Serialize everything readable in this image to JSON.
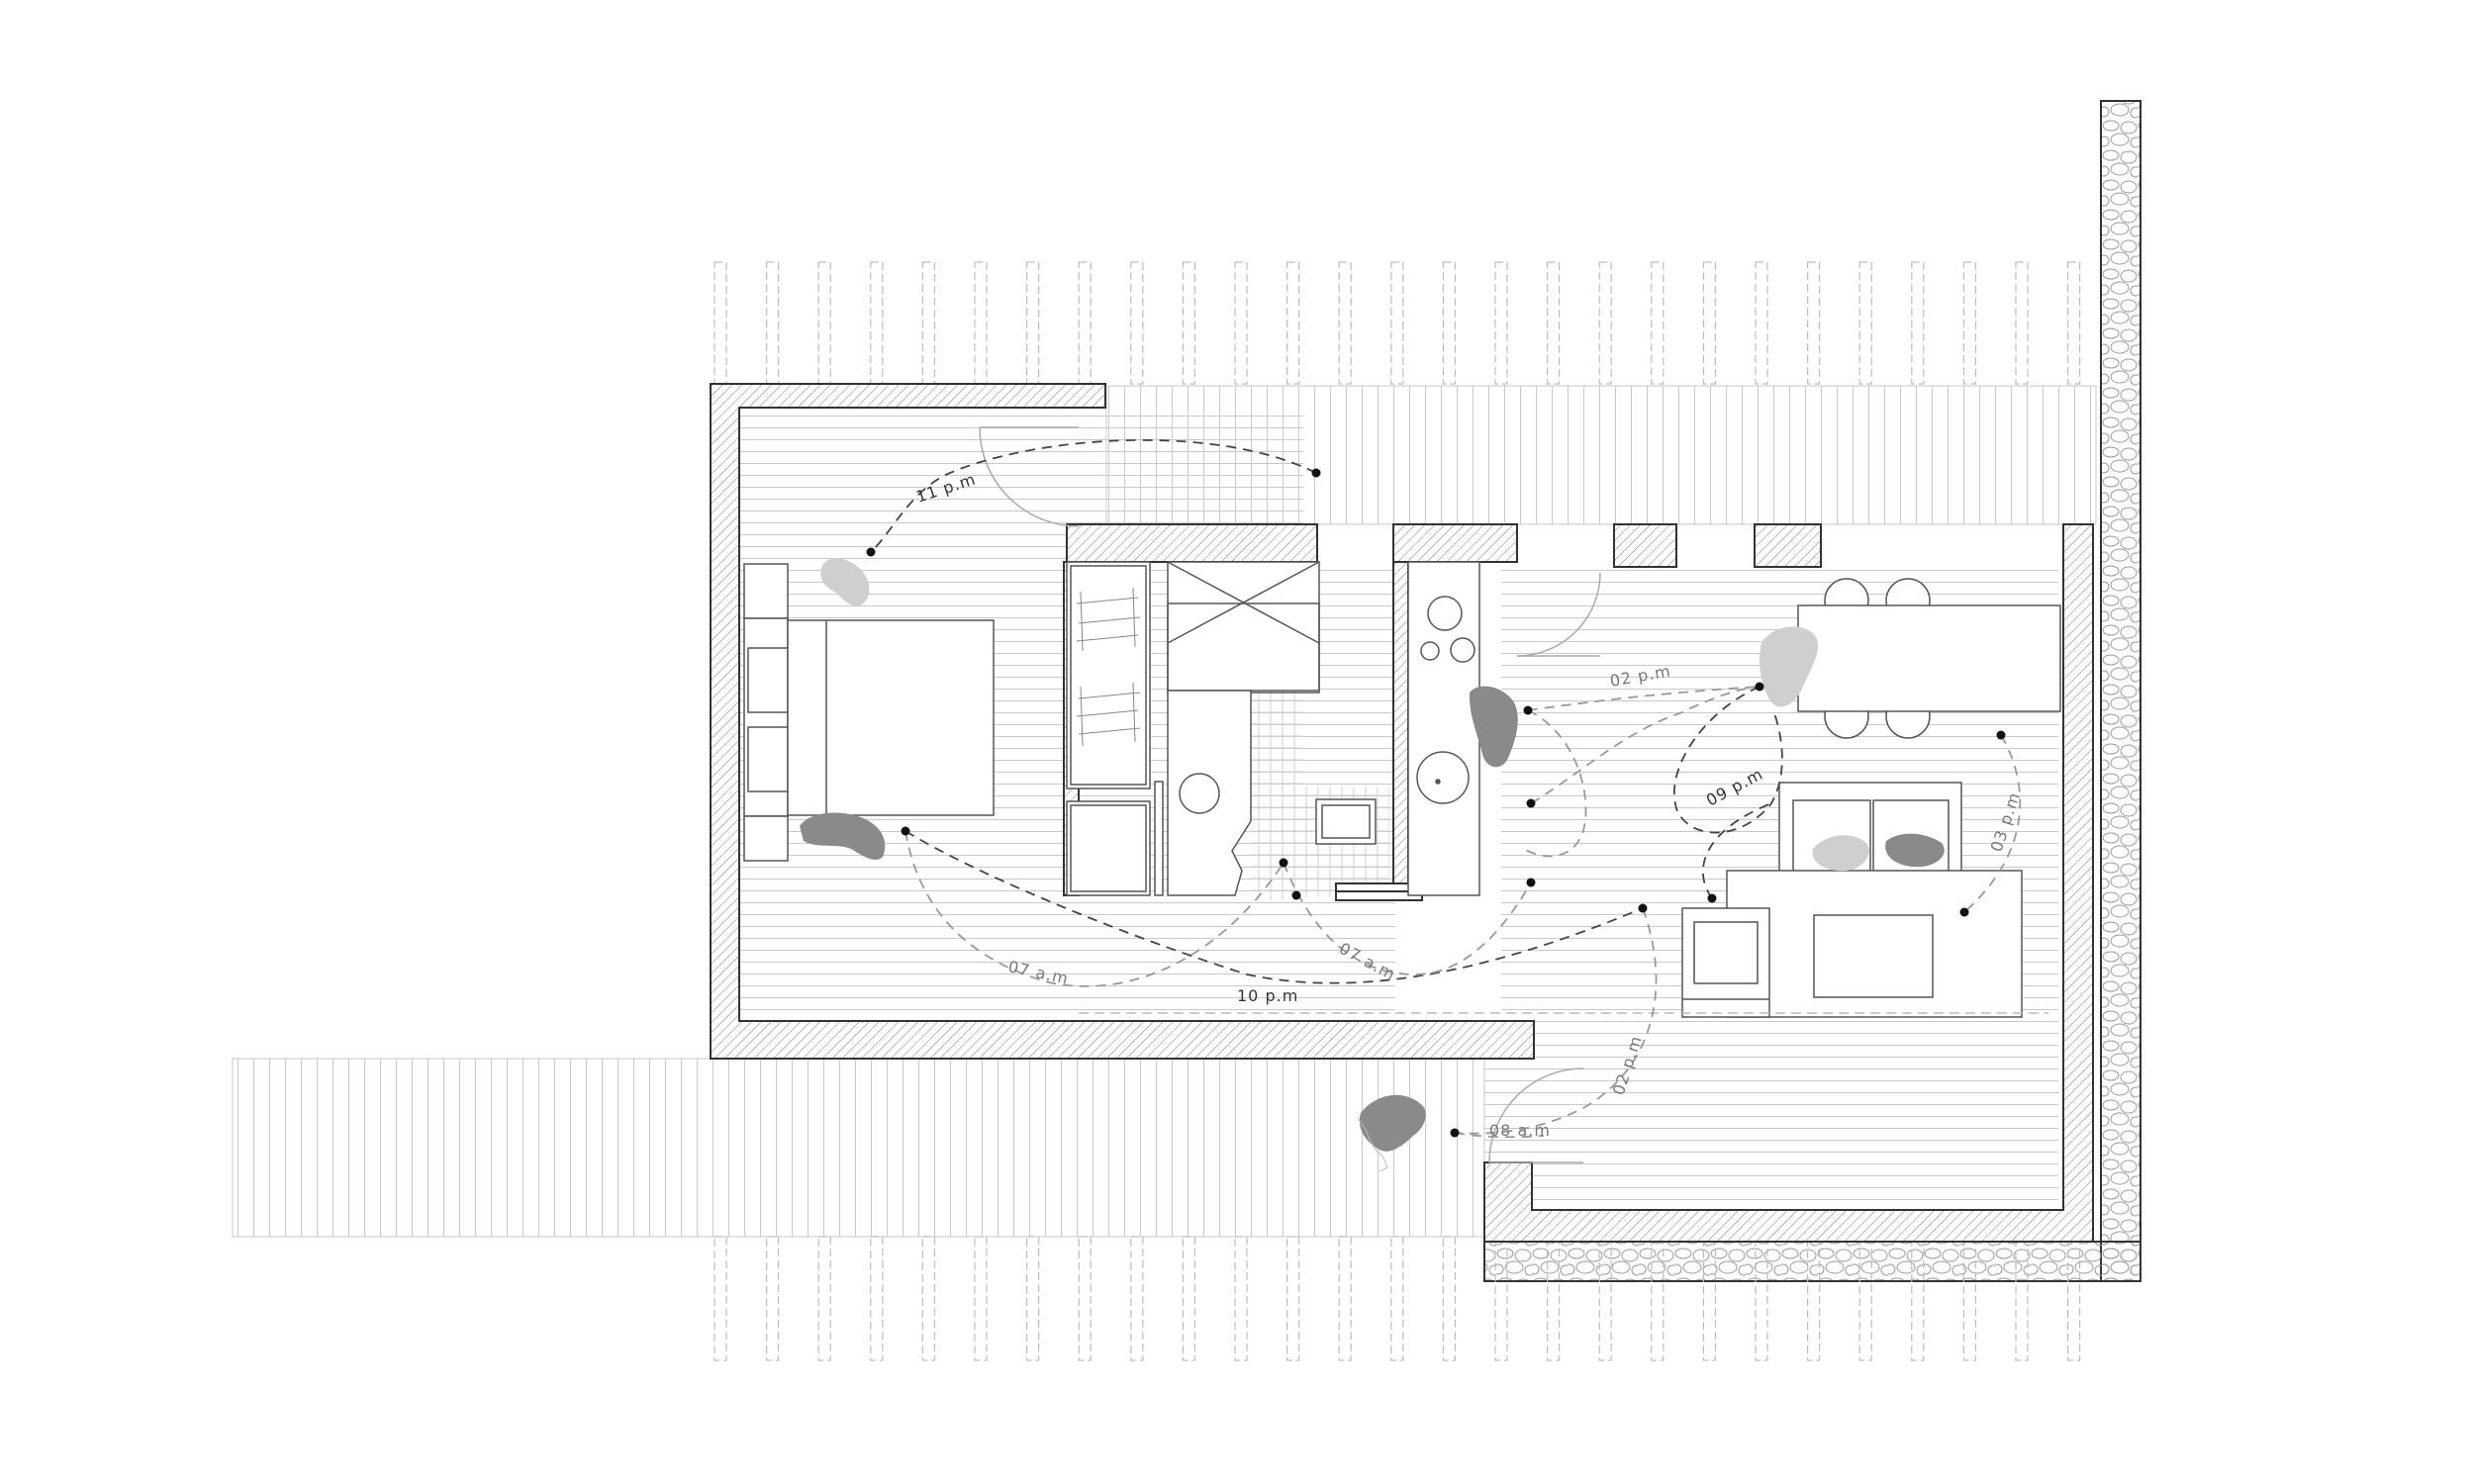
{
  "colors": {
    "background": "#ffffff",
    "line": "#333333",
    "thin_line": "#b5b5b5",
    "path_dark": "#444444",
    "path_light": "#9a9a9a",
    "figure_dark": "#8a8a8a",
    "figure_light": "#cfcfcf"
  },
  "time_labels": {
    "t11pm": "11 p.m",
    "t02pm_kitchen": "02 p.m",
    "t09pm": "09 p.m",
    "t03pm": "03 p.m",
    "t07am_bed": "07 a.m",
    "t07am_bath": "07 a.m",
    "t10pm": "10 p.m",
    "t02pm_deck": "02 p.m",
    "t08am": "08 a.m"
  }
}
